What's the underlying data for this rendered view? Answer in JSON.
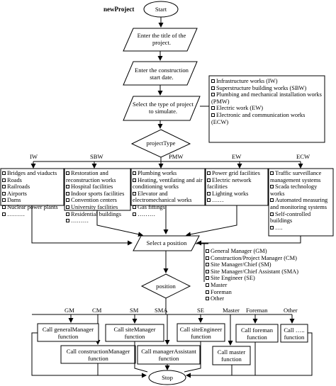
{
  "title": "newProject",
  "start": "Start",
  "stop": "Stop",
  "step_title": "Enter the title of the project.",
  "step_date": "Enter the construction start date.",
  "step_type": "Select the type of project to simulate.",
  "project_types": [
    "Infrastructure works (IW)",
    "Superstructure building works (SBW)",
    "Plumbing and  mechanical installation works (PMW)",
    "Electric work (EW)",
    "Electronic and communication works (ECW)"
  ],
  "decision_type": "projectType",
  "branch_labels": [
    "IW",
    "SBW",
    "PMW",
    "EW",
    "ECW"
  ],
  "iw_items": [
    "Bridges and viaducts",
    "Roads",
    "Railroads",
    "Airports",
    "Dams",
    "Nuclear power plants",
    "………"
  ],
  "sbw_items": [
    "Restoration and reconstruction works",
    "Hospital facilities",
    "Indoor sports facilities",
    "Convention centers",
    "University facilities",
    "Residential buildings",
    "………"
  ],
  "pmw_items": [
    "Plumbing works",
    "Heating, ventilating and air conditioning works",
    "Elevator and electromechanical works",
    "Gas fittings",
    "………"
  ],
  "ew_items": [
    "Power grid facilities",
    "Electric network facilities",
    "Lighting works",
    "……"
  ],
  "ecw_items": [
    "Traffic surveillance management systems",
    "Scada technology works",
    "Automated measuring and monitoring systems",
    "Self-controlled buildings",
    "…."
  ],
  "step_position": "Select a position",
  "positions": [
    "General Manager (GM)",
    "Construction/Project Manager (CM)",
    "Site Manager/Chief (SM)",
    "Site Manager/Chief Assistant (SMA)",
    "Site Engineer (SE)",
    "Master",
    "Foreman",
    "Other"
  ],
  "decision_position": "position",
  "position_labels": [
    "GM",
    "CM",
    "SM",
    "SMA",
    "SE",
    "Master",
    "Foreman",
    "Other"
  ],
  "calls": {
    "gm": "Call generalManager function",
    "cm": "Call constructionManager function",
    "sm": "Call siteManager function",
    "sma": "Call managerAssistant function",
    "se": "Call siteEngineer function",
    "master": "Call master function",
    "foreman": "Call foreman function",
    "other": "Call ….. function"
  }
}
